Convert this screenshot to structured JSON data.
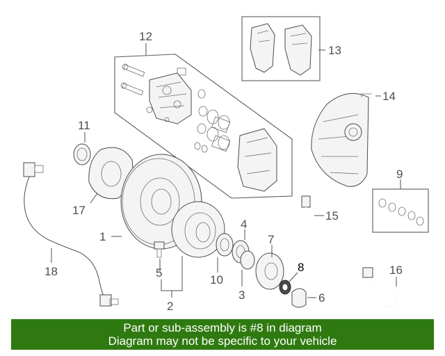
{
  "banner": {
    "line1": "Part or sub-assembly is #8 in diagram",
    "line2": "Diagram may not be specific to your vehicle"
  },
  "highlight_part": "8",
  "colors": {
    "banner": "#2f7a10",
    "banner_text": "#ffffff",
    "line_art": "#4a4a4a"
  },
  "callouts": [
    {
      "id": "1",
      "label": "1"
    },
    {
      "id": "2",
      "label": "2"
    },
    {
      "id": "3",
      "label": "3"
    },
    {
      "id": "4",
      "label": "4"
    },
    {
      "id": "5",
      "label": "5"
    },
    {
      "id": "6",
      "label": "6"
    },
    {
      "id": "7",
      "label": "7"
    },
    {
      "id": "8",
      "label": "8"
    },
    {
      "id": "9",
      "label": "9"
    },
    {
      "id": "10",
      "label": "10"
    },
    {
      "id": "11",
      "label": "11"
    },
    {
      "id": "12",
      "label": "12"
    },
    {
      "id": "13",
      "label": "13"
    },
    {
      "id": "14",
      "label": "14"
    },
    {
      "id": "15",
      "label": "15"
    },
    {
      "id": "16",
      "label": "16"
    },
    {
      "id": "17",
      "label": "17"
    },
    {
      "id": "18",
      "label": "18"
    }
  ]
}
